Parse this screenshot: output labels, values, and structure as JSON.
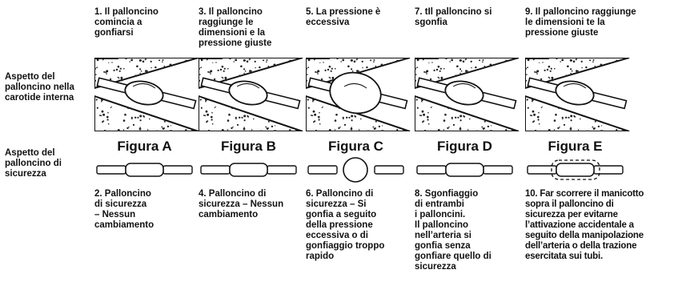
{
  "row_labels": {
    "top": "Aspetto del\npalloncino nella\ncarotide interna",
    "bottom": "Aspetto del\npalloncino di\nsicurezza"
  },
  "columns": [
    {
      "figure": "Figura A",
      "top_caption": "1.  Il palloncino\n     comincia a\n     gonfiarsi",
      "bottom_caption": "2.  Palloncino\n     di sicurezza\n     – Nessun\n     cambiamento"
    },
    {
      "figure": "Figura B",
      "top_caption": "3.  Il palloncino\n     raggiunge le\n     dimensioni e la\n     pressione giuste",
      "bottom_caption": "4.  Palloncino di\n     sicurezza – Nessun\n     cambiamento"
    },
    {
      "figure": "Figura C",
      "top_caption": "5.  La pressione è\n     eccessiva",
      "bottom_caption": "6.  Palloncino di\n     sicurezza – Si\n     gonfia a seguito\n     della pressione\n     eccessiva o di\n     gonfiaggio troppo\n     rapido"
    },
    {
      "figure": "Figura D",
      "top_caption": "7.  tIl palloncino si\n     sgonfia",
      "bottom_caption": "8.  Sgonfiaggio\n     di entrambi\n     i palloncini.\n     Il palloncino\n     nell’arteria si\n     gonfia senza\n     gonfiare quello di\n     sicurezza"
    },
    {
      "figure": "Figura E",
      "top_caption": "9.  Il palloncino raggiunge\n     le dimensioni te la\n     pressione giuste",
      "bottom_caption": "10.  Far scorrere il manicotto\n       sopra il palloncino di\n       sicurezza per evitarne\n       l’attivazione accidentale a\n       seguito della manipolazione\n       dell’arteria o della trazione\n       esercitata sui tubi."
    }
  ]
}
